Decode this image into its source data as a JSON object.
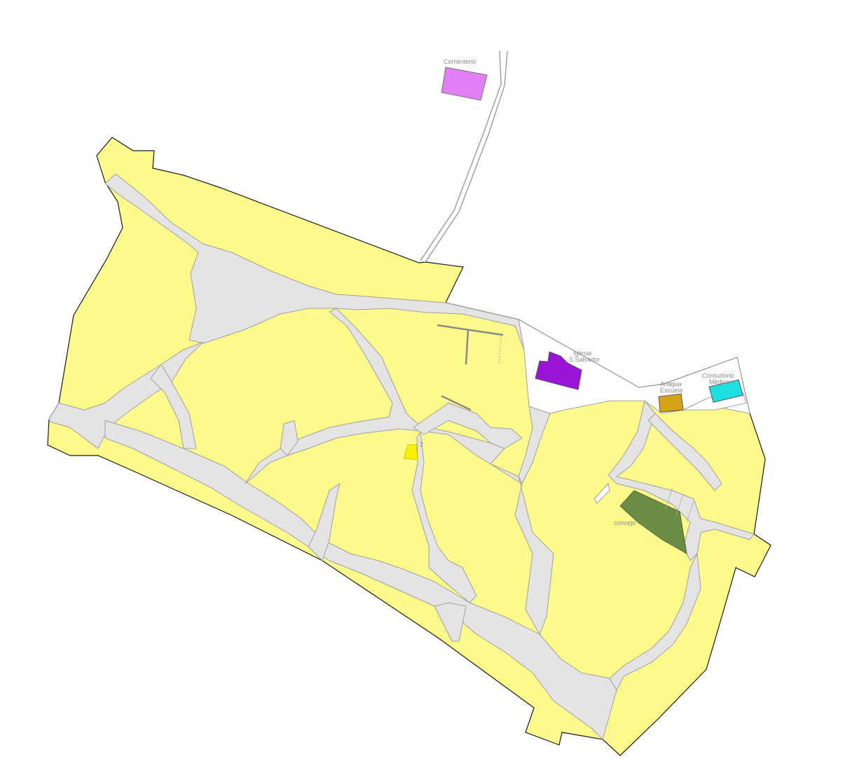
{
  "labels": {
    "cementerio": "Cementerio",
    "iglesia_line1": "Iglesia",
    "iglesia_line2": "S.Salvador",
    "escuela_line1": "Antigua",
    "escuela_line2": "Escuela",
    "consultorio_line1": "Consultorio",
    "consultorio_line2": "Médico",
    "concejo": "concejo",
    "marker": "2"
  },
  "colors": {
    "block_fill": "#fdfa8c",
    "street_fill": "#e4e4e4",
    "outline": "#1a1a1a",
    "cementerio": "#e27ef6",
    "iglesia": "#9a14d8",
    "escuela": "#d7a218",
    "consultorio": "#1ee0e0",
    "concejo": "#6b8c44",
    "marker": "#f7f000"
  },
  "icons": [
    "map-building-icon"
  ]
}
